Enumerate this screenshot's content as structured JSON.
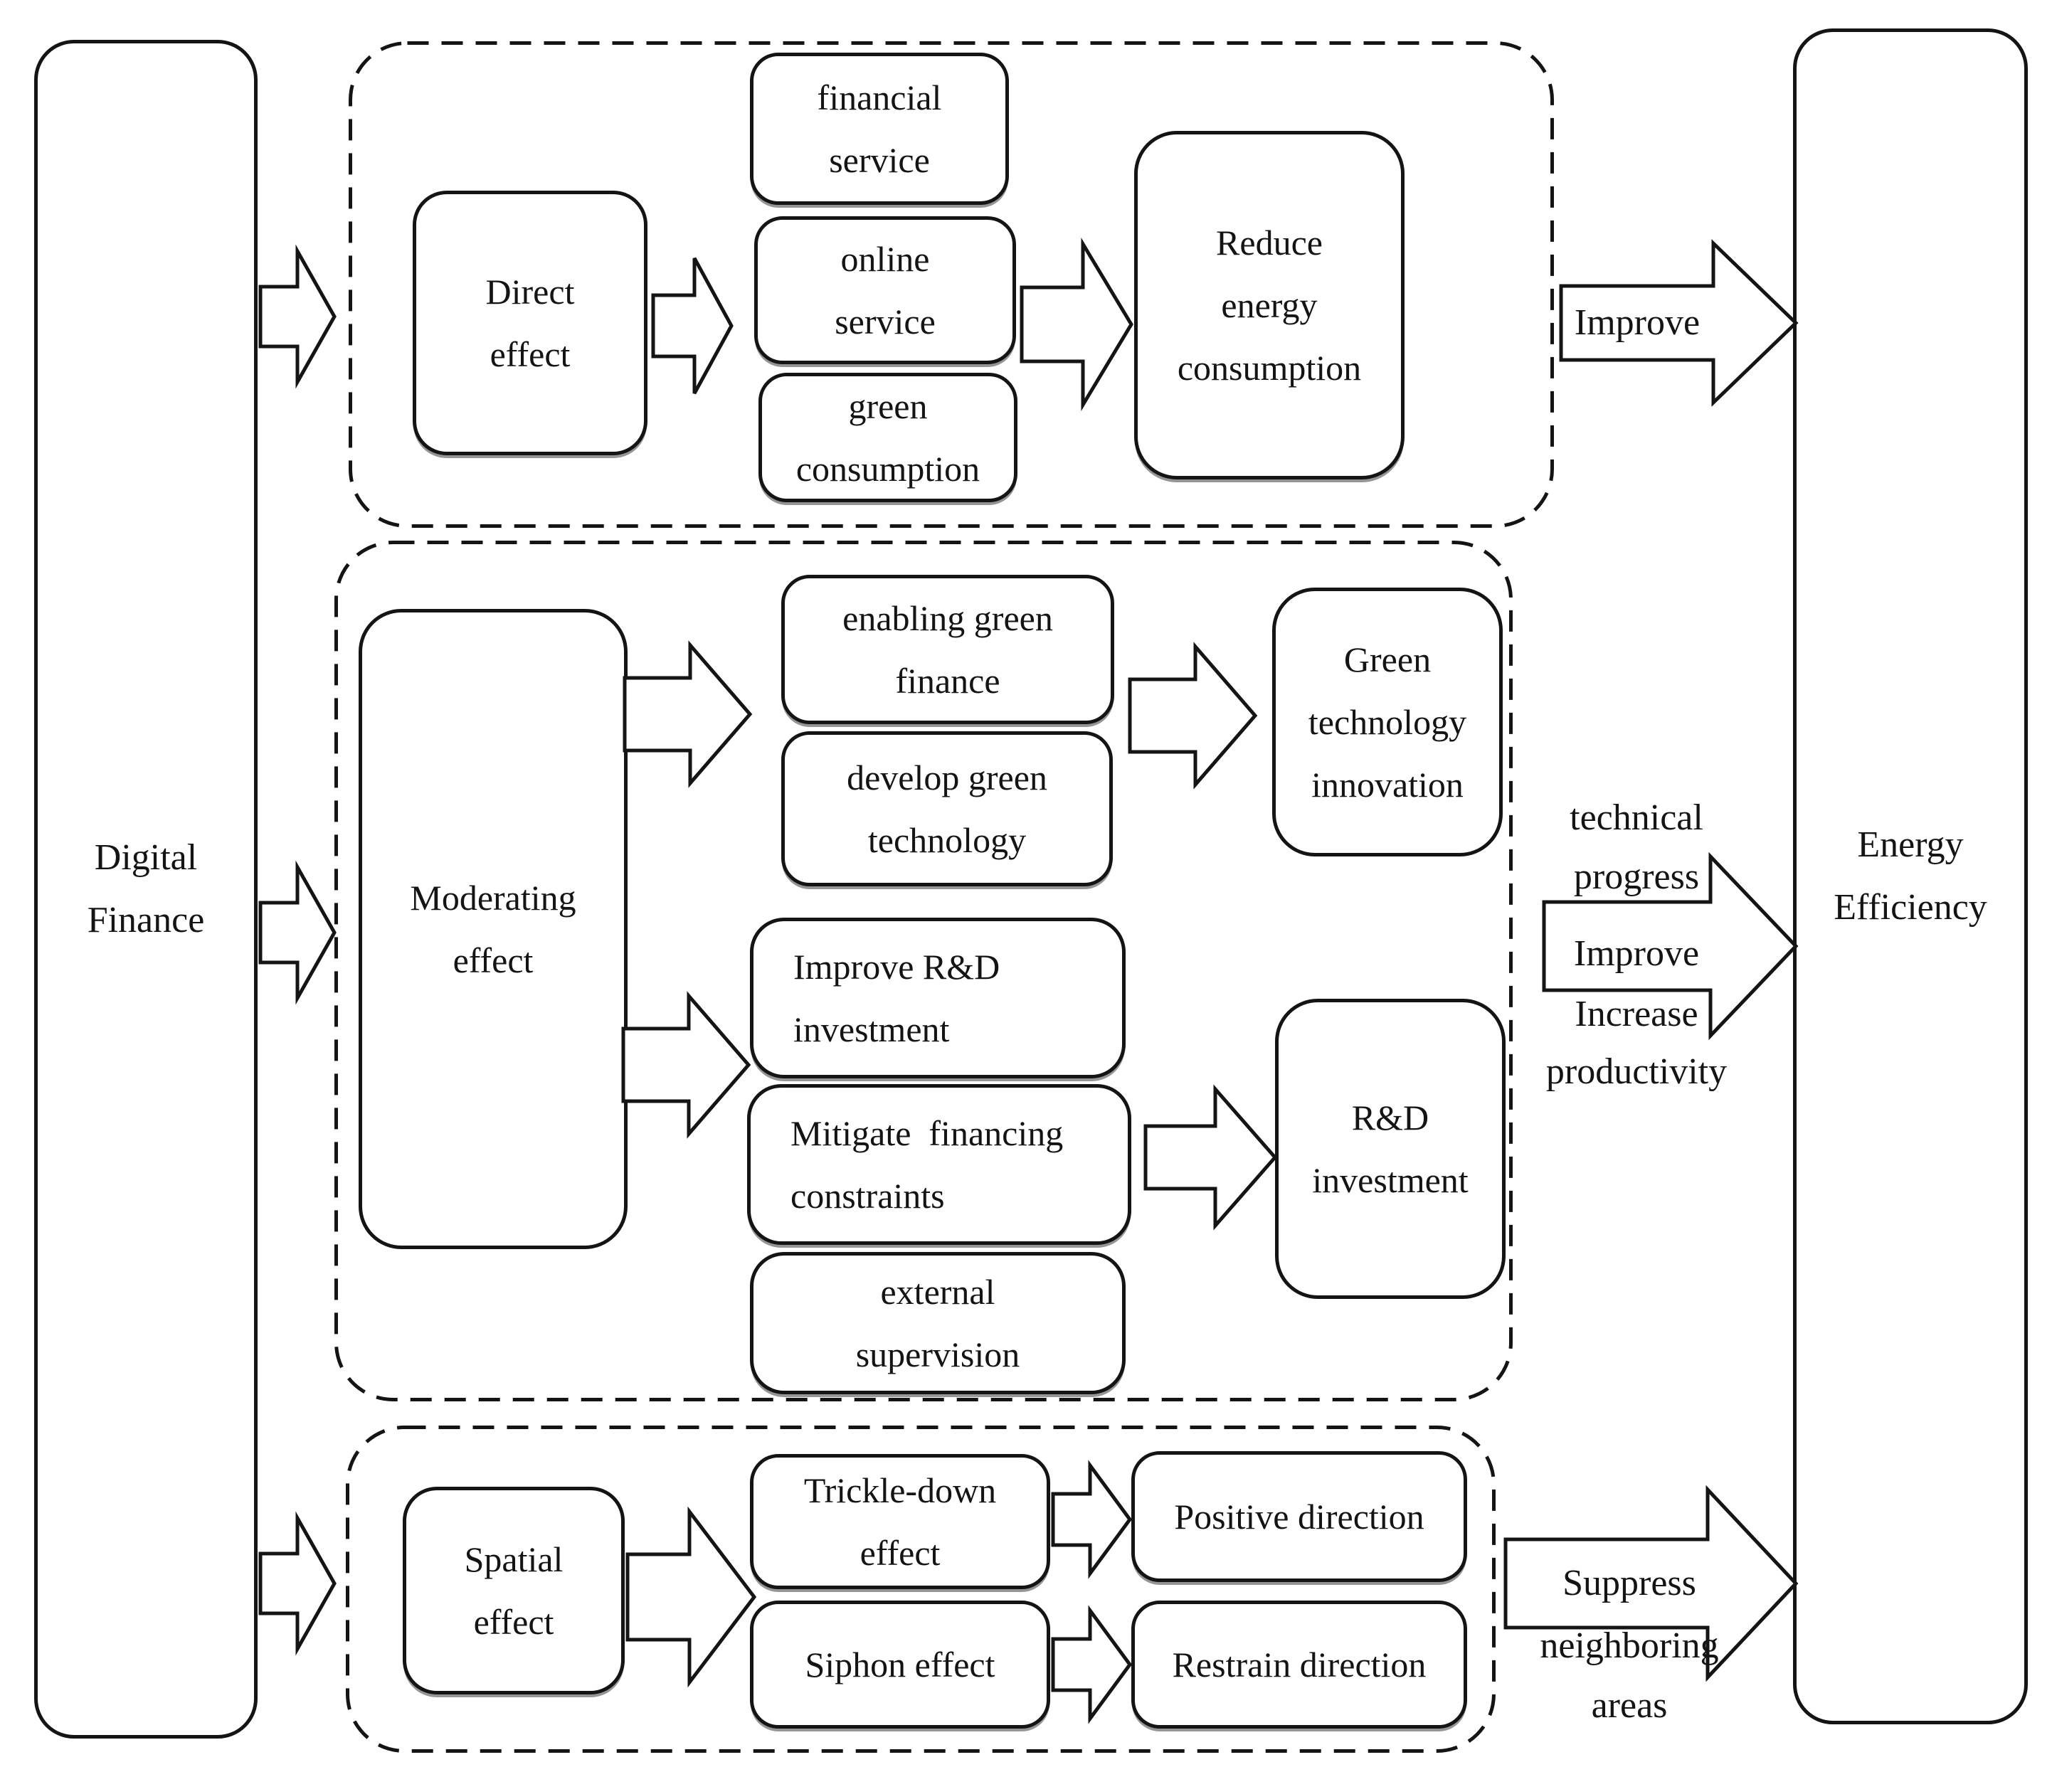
{
  "colors": {
    "ink": "#141414",
    "background": "#ffffff"
  },
  "left_node": {
    "lines": [
      "Digital",
      "Finance"
    ]
  },
  "right_node": {
    "lines": [
      "Energy",
      "Efficiency"
    ]
  },
  "top_group": {
    "effect_node": {
      "lines": [
        "Direct",
        "effect"
      ]
    },
    "channel_nodes": [
      {
        "lines": [
          "financial",
          "service"
        ]
      },
      {
        "lines": [
          "online",
          "service"
        ]
      },
      {
        "lines": [
          "green",
          "consumption"
        ]
      }
    ],
    "outcome_node": {
      "lines": [
        "Reduce",
        "energy",
        "consumption"
      ]
    },
    "arrow_label": "Improve"
  },
  "middle_group": {
    "effect_node": {
      "lines": [
        "Moderating",
        "effect"
      ]
    },
    "upper_channel_nodes": [
      {
        "lines": [
          "enabling green",
          "finance"
        ]
      },
      {
        "lines": [
          "develop green",
          "technology"
        ]
      }
    ],
    "upper_outcome_node": {
      "lines": [
        "Green",
        "technology",
        "innovation"
      ]
    },
    "lower_channel_nodes": [
      {
        "lines": [
          "Improve R&D",
          "investment"
        ]
      },
      {
        "lines": [
          "Mitigate  financing",
          "constraints"
        ]
      },
      {
        "lines": [
          "external",
          "supervision"
        ]
      }
    ],
    "lower_outcome_node": {
      "lines": [
        "R&D",
        "investment"
      ]
    },
    "arrow_text": [
      "technical",
      "progress",
      "Improve",
      "Increase",
      "productivity"
    ]
  },
  "bottom_group": {
    "effect_node": {
      "lines": [
        "Spatial",
        "effect"
      ]
    },
    "channel_nodes": [
      {
        "lines": [
          "Trickle-down",
          "effect"
        ]
      },
      {
        "lines": [
          "Siphon effect"
        ]
      }
    ],
    "outcome_nodes": [
      {
        "lines": [
          "Positive direction"
        ]
      },
      {
        "lines": [
          "Restrain direction"
        ]
      }
    ],
    "arrow_text": [
      "Suppress",
      "neighboring",
      "areas"
    ]
  }
}
